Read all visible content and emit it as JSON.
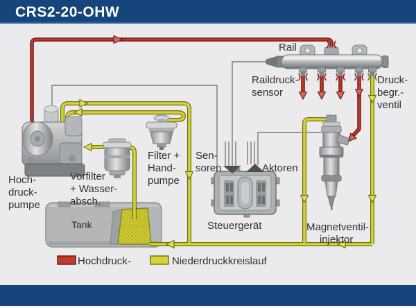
{
  "title": "CRS2-20-OHW",
  "colors": {
    "header_background": "#15457b",
    "page_background": "#ebebed",
    "high_pressure_line": "#c23a2c",
    "high_pressure_dark": "#63140e",
    "low_pressure_line": "#d8d334",
    "low_pressure_dark": "#6b6b1a",
    "signal_wire": "#787b7d",
    "label_text": "#2f2f31"
  },
  "labels": {
    "rail": "Rail",
    "raildrucksensor": [
      "Raildruck-",
      "sensor"
    ],
    "druckbegrenzungsventil": [
      "Druck-",
      "begr.-",
      "ventil"
    ],
    "hochdruckpumpe": [
      "Hoch-",
      "druck-",
      "pumpe"
    ],
    "vorfilter": [
      "Vorfilter",
      "+ Wasser-",
      "absch."
    ],
    "filter_handpumpe": [
      "Filter +",
      "Hand-",
      "pumpe"
    ],
    "sensoren": [
      "Sen-",
      "soren"
    ],
    "aktoren": "Aktoren",
    "steuergeraet": "Steuergerät",
    "tank": "Tank",
    "magnetventilinjektor": [
      "Magnetventil-",
      "injektor"
    ]
  },
  "legend": [
    {
      "label": "Hochdruck-",
      "color": "#c23a2c"
    },
    {
      "label": "Niederdruckkreislauf",
      "color": "#d8d334"
    }
  ]
}
